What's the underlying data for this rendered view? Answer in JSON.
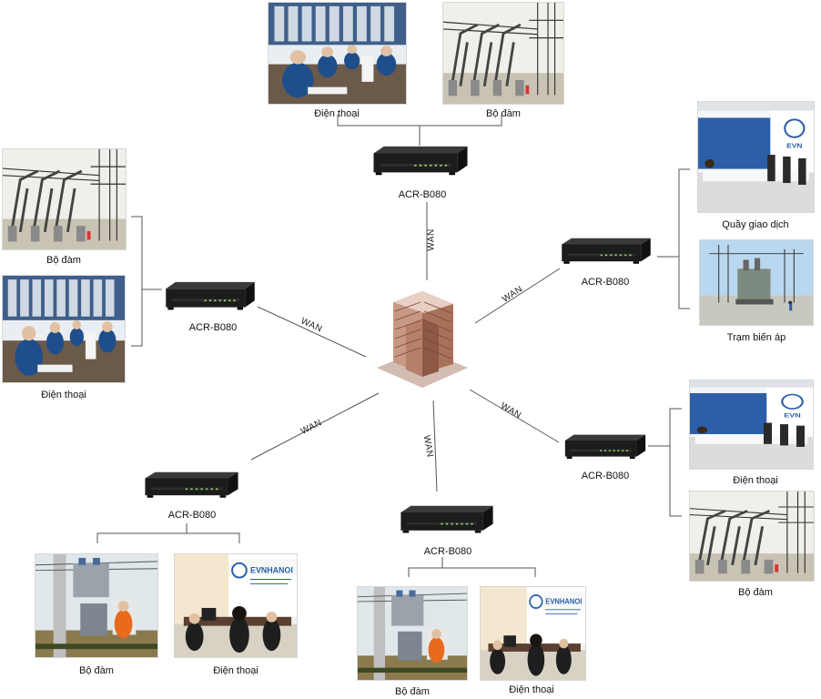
{
  "device_label": "ACR-B080",
  "wan_label": "WAN",
  "sites": {
    "top": {
      "router": "ACR-B080",
      "photos": [
        "Điện thoại",
        "Bộ đàm"
      ]
    },
    "left": {
      "router": "ACR-B080",
      "photos": [
        "Bộ đàm",
        "Điện thoại"
      ]
    },
    "right_upper": {
      "router": "ACR-B080",
      "photos": [
        "Quầy giao dịch",
        "Trạm biến áp"
      ]
    },
    "right_lower": {
      "router": "ACR-B080",
      "photos": [
        "Điện thoại",
        "Bộ đàm"
      ]
    },
    "bottom_left": {
      "router": "ACR-B080",
      "photos": [
        "Bộ đàm",
        "Điện thoại"
      ]
    },
    "bottom_mid": {
      "router": "ACR-B080",
      "photos": [
        "Bộ đàm",
        "Điện thoại"
      ]
    }
  },
  "links": [
    "WAN",
    "WAN",
    "WAN",
    "WAN",
    "WAN",
    "WAN"
  ],
  "brand": {
    "logo_text": "EVN",
    "logo_text_hanoi": "EVNHANOI"
  },
  "colors": {
    "router_body": "#1c1c1c",
    "router_led": "#9ad36a",
    "line": "#555555",
    "building": "#b07a62"
  }
}
